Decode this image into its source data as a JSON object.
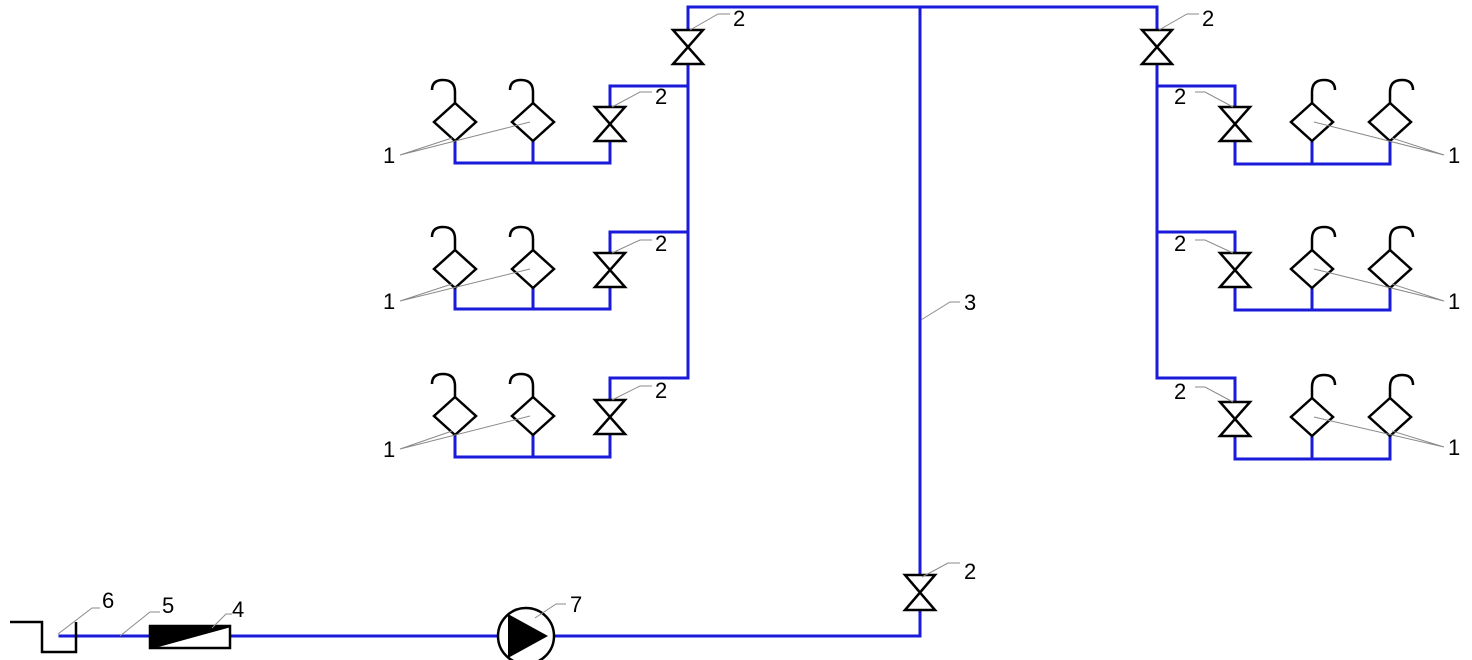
{
  "diagram": {
    "callouts": {
      "outlet": "1",
      "valve": "2",
      "riser": "3",
      "meter": "4",
      "supply_line": "5",
      "source": "6",
      "pump": "7"
    }
  }
}
